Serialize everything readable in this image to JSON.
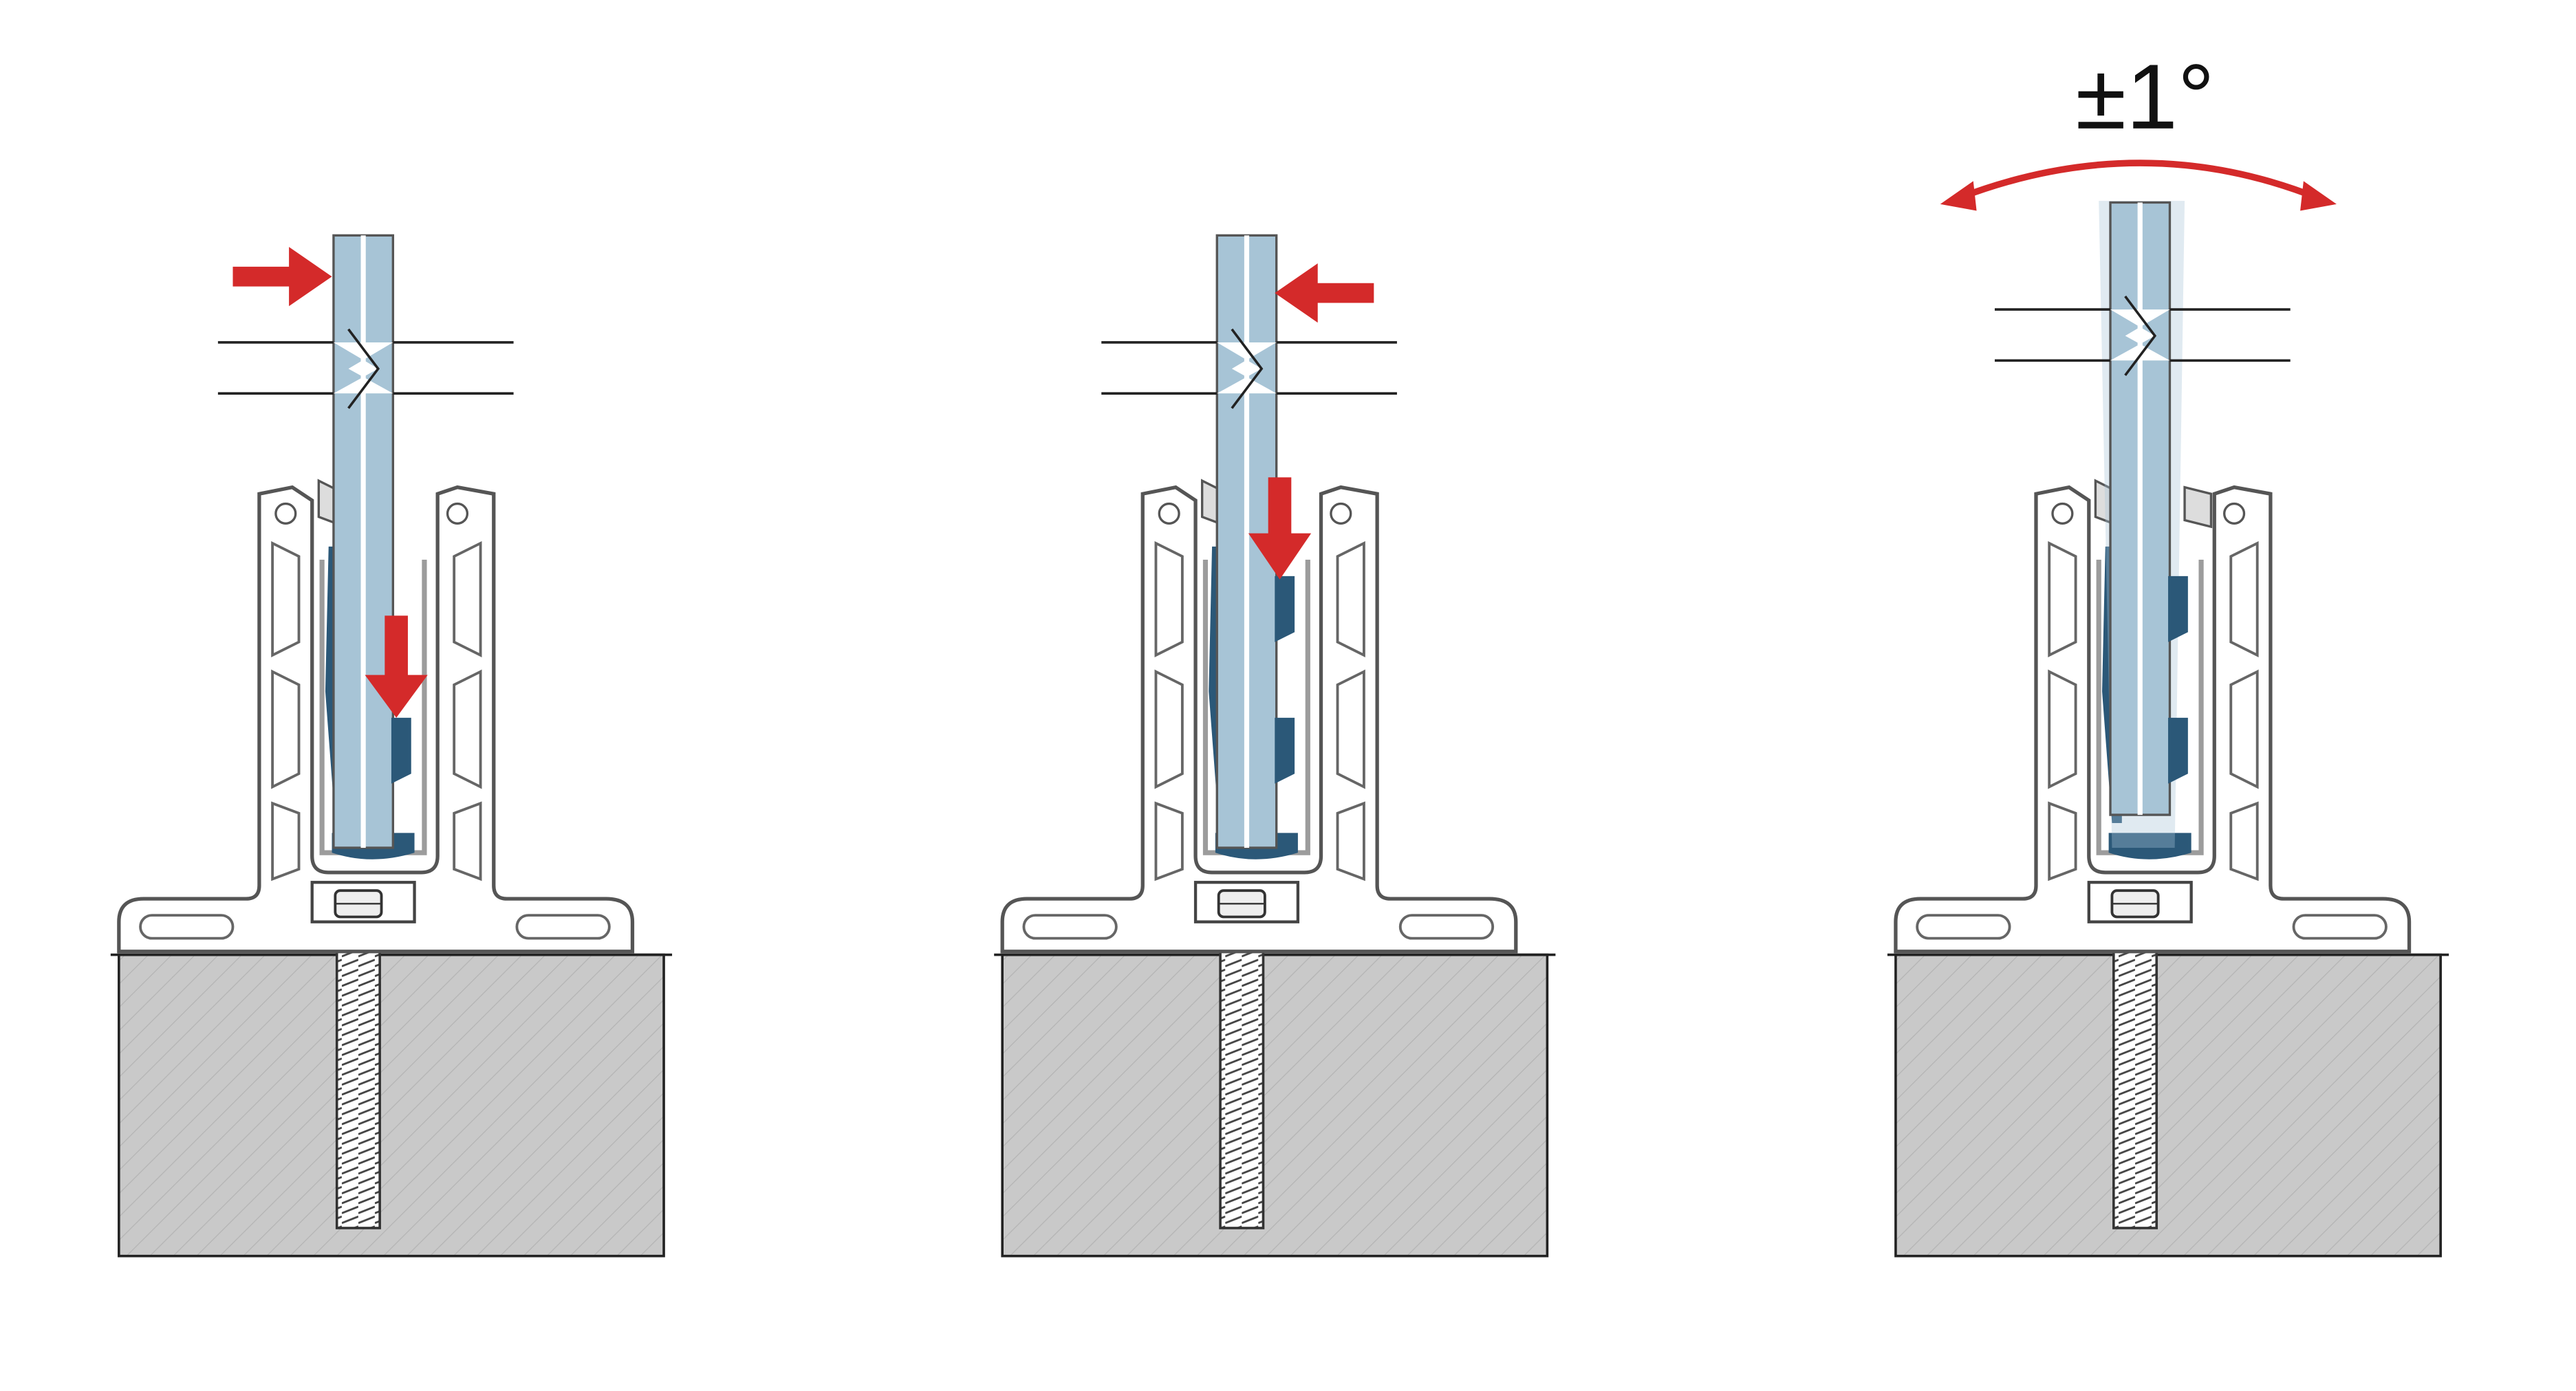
{
  "annotation": {
    "tilt_label": "±1°"
  },
  "colors": {
    "glass": "#a7c4d6",
    "gasket": "#2b5878",
    "arrow": "#d42a2a",
    "profile_stroke": "#555555",
    "profile_fill": "#ffffff",
    "concrete": "#c9c9c9",
    "ink": "#222222"
  },
  "panels": [
    {
      "id": "step-1",
      "arrows": [
        "push-right",
        "push-down"
      ]
    },
    {
      "id": "step-2",
      "arrows": [
        "push-left",
        "push-down"
      ]
    },
    {
      "id": "step-3",
      "arrows": [
        "tilt"
      ]
    }
  ]
}
